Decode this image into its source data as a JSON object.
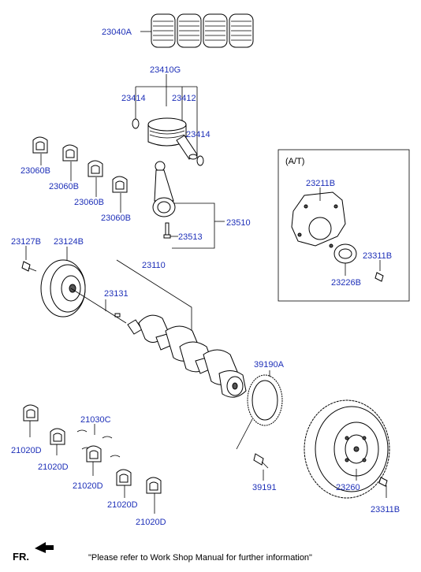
{
  "labels": {
    "p23040A": "23040A",
    "p23410G": "23410G",
    "p23414a": "23414",
    "p23412": "23412",
    "p23414b": "23414",
    "p23060B_1": "23060B",
    "p23060B_2": "23060B",
    "p23060B_3": "23060B",
    "p23060B_4": "23060B",
    "p23510": "23510",
    "p23513": "23513",
    "p23127B": "23127B",
    "p23124B": "23124B",
    "p23110": "23110",
    "p23131": "23131",
    "p39190A": "39190A",
    "p39191": "39191",
    "p21030C": "21030C",
    "p21020D_1": "21020D",
    "p21020D_2": "21020D",
    "p21020D_3": "21020D",
    "p21020D_4": "21020D",
    "p21020D_5": "21020D",
    "p23260": "23260",
    "p23311B_a": "23311B",
    "p23311B_b": "23311B",
    "p23211B": "23211B",
    "p23226B": "23226B"
  },
  "inset": {
    "title": "(A/T)"
  },
  "footer": {
    "fr": "FR.",
    "note": "\"Please refer to Work Shop Manual for further information\""
  },
  "colors": {
    "label": "#1d2fb8",
    "line": "#000000"
  }
}
